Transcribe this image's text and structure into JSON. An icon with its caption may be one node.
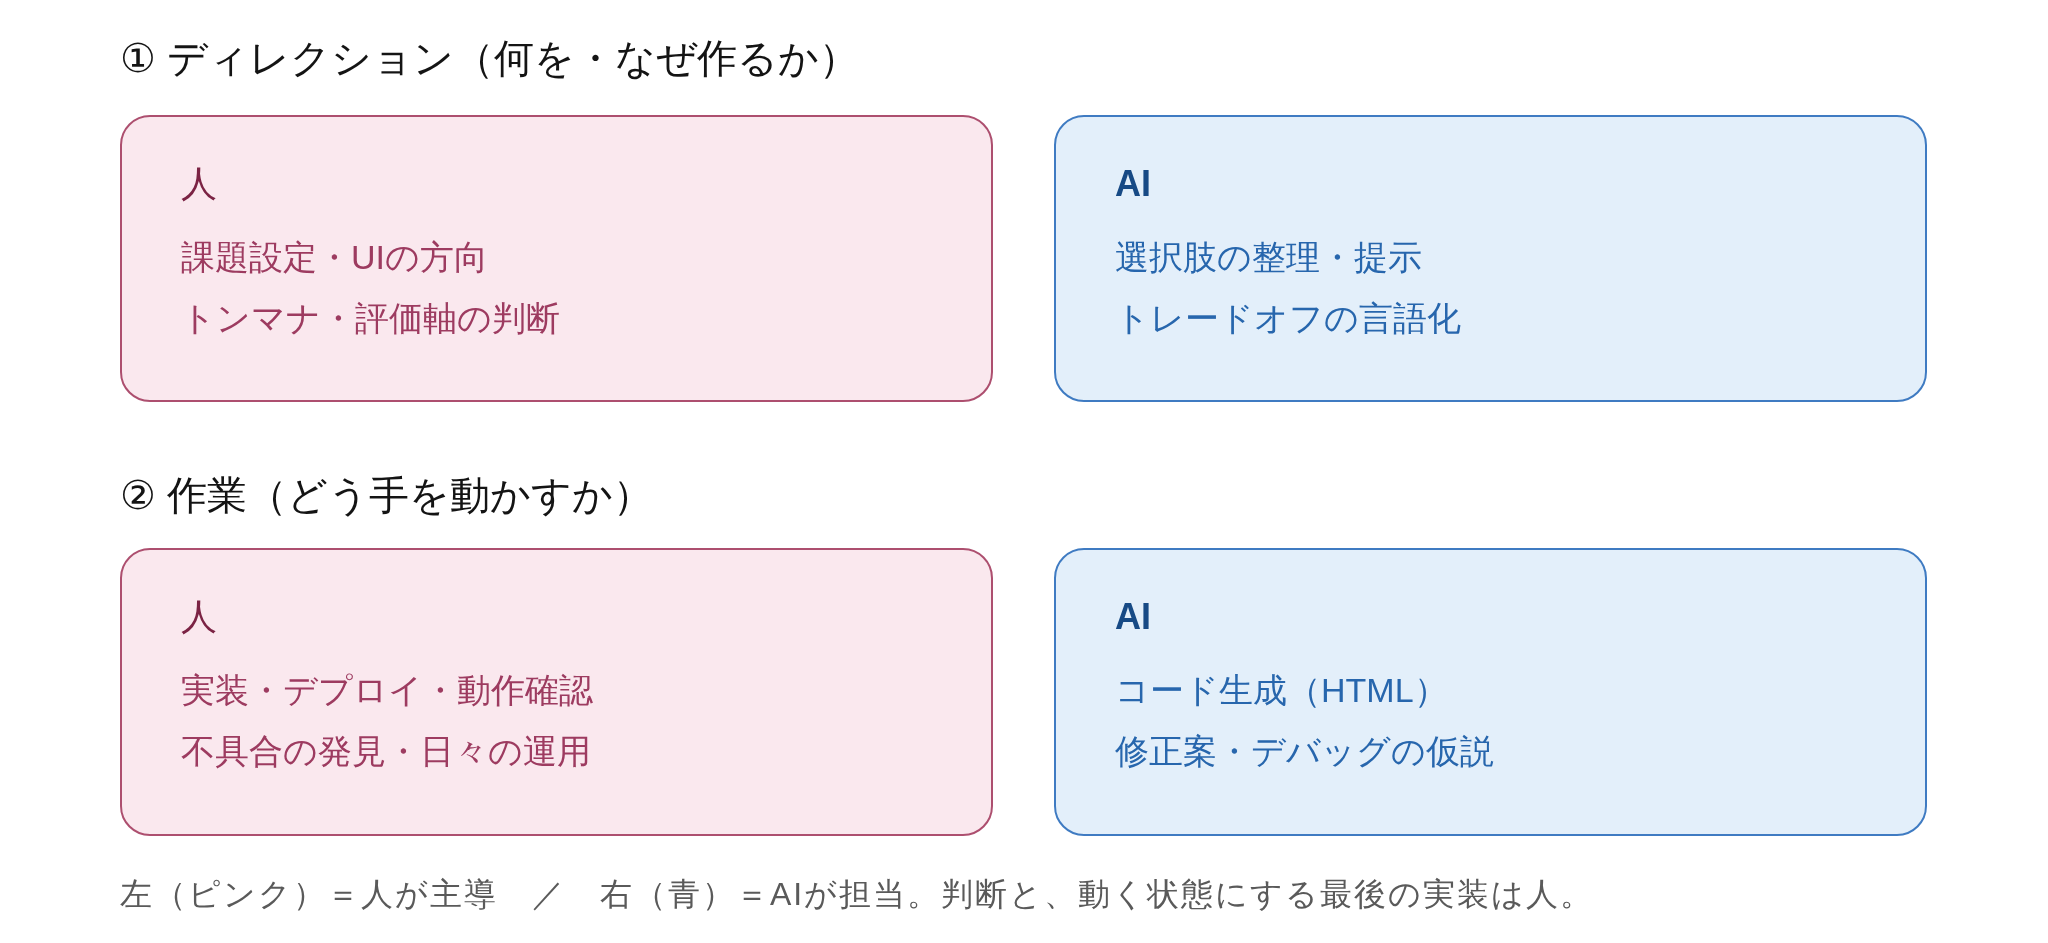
{
  "diagram": {
    "caption": "左（ピンク）＝人が主導　／　右（青）＝AIが担当。判断と、動く状態にする最後の実装は人。",
    "nodes": [
      {
        "text": [
          "人",
          "課題設定・UIの方向",
          "トンマナ・評価軸の判断"
        ]
      },
      {
        "text": [
          "AI",
          "選択肢の整理・提示",
          "トレードオフの言語化"
        ]
      },
      {
        "text": [
          "人",
          "実装・デプロイ・動作確認",
          "不具合の発見・日々の運用"
        ]
      },
      {
        "text": [
          "AI",
          "コード生成（HTML）",
          "修正案・デバッグの仮説"
        ]
      }
    ],
    "labels": [
      "① ディレクション（何を・なぜ作るか）",
      "② 作業（どう手を動かすか）"
    ]
  }
}
